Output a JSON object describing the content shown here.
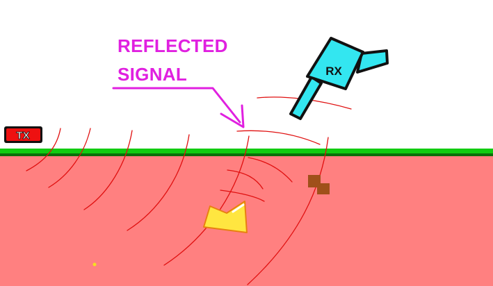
{
  "caption": {
    "lines": [
      "REFLECTED",
      "SIGNAL"
    ]
  },
  "transmitter": {
    "label": "TX"
  },
  "receiver": {
    "label": "RX"
  },
  "colors": {
    "sky": "#ffffff",
    "ground": "#ff8080",
    "surface_line": "#11cc11",
    "surface_shadow": "#0a6f0a",
    "signal_waves": "#e01010",
    "caption": "#e020e0",
    "receiver_body": "#33e6f0",
    "receiver_outline": "#111111",
    "transmitter_fill": "#ee1111",
    "buried_yellow_object": "#ffe640",
    "buried_brown_object": "#a0501a"
  },
  "icons": {
    "transmitter": "transmitter-box-icon",
    "receiver": "receiver-detector-icon",
    "buried_object_1": "buried-yellow-object-icon",
    "buried_object_2": "buried-brown-object-icon"
  }
}
